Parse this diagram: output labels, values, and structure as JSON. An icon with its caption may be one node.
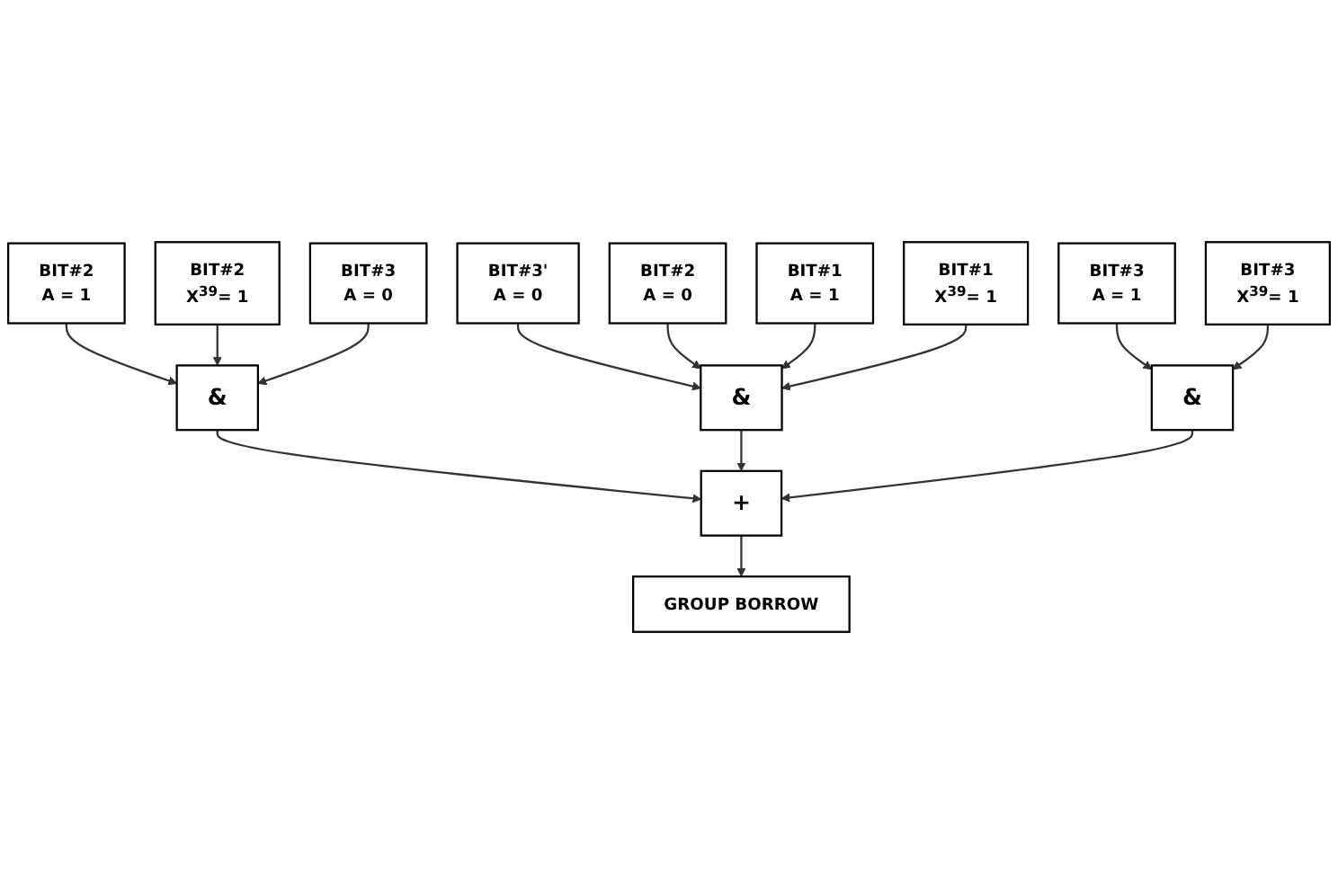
{
  "diagram": {
    "nodes": [
      {
        "text": [
          "BIT#3'",
          "A = 0"
        ]
      },
      {
        "text": [
          "BIT#2",
          "A = 1"
        ]
      },
      {
        "text": [
          "BIT#3",
          "A = 1"
        ]
      },
      {
        "text": [
          "BIT#2",
          "A = 0"
        ]
      },
      {
        "text": [
          "BIT#2",
          "X$^{39}$= 1"
        ]
      },
      {
        "text": [
          "&"
        ]
      },
      {
        "text": [
          "BIT#3",
          "A = 0"
        ]
      },
      {
        "text": [
          "BIT#1",
          "A = 1"
        ]
      },
      {
        "text": [
          "&"
        ]
      },
      {
        "text": [
          "+"
        ]
      },
      {
        "text": [
          "&"
        ]
      },
      {
        "text": [
          "BIT#1",
          "X$^{39}$= 1"
        ]
      },
      {
        "text": [
          "GROUP BORROW"
        ]
      },
      {
        "text": [
          "BIT#3",
          "X$^{39}$= 1"
        ]
      }
    ],
    "edges": [
      {
        "from": 0,
        "to": 8,
        "arrow": "to"
      },
      {
        "from": 3,
        "to": 8,
        "arrow": "to"
      },
      {
        "from": 7,
        "to": 8,
        "arrow": "to"
      },
      {
        "from": 11,
        "to": 8,
        "arrow": "to"
      },
      {
        "from": 1,
        "to": 5,
        "arrow": "to"
      },
      {
        "from": 4,
        "to": 5,
        "arrow": "to"
      },
      {
        "from": 6,
        "to": 5,
        "arrow": "to"
      },
      {
        "from": 5,
        "to": 9,
        "arrow": "to"
      },
      {
        "from": 8,
        "to": 9,
        "arrow": "to"
      },
      {
        "from": 10,
        "to": 9,
        "arrow": "to"
      },
      {
        "from": 2,
        "to": 10,
        "arrow": "to"
      },
      {
        "from": 13,
        "to": 10,
        "arrow": "to"
      },
      {
        "from": 9,
        "to": 12,
        "arrow": "to"
      }
    ]
  }
}
